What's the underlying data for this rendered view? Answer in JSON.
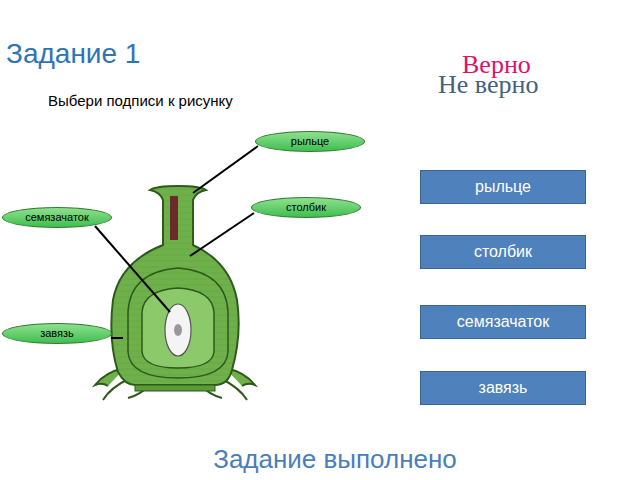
{
  "diagram": {
    "title": "Задание 1",
    "nodes": [
      {
        "text": [
          "рыльце"
        ]
      },
      {
        "text": [
          "рыльце"
        ]
      },
      {
        "text": [
          "столбик"
        ]
      },
      {
        "text": [
          "семязачаток"
        ]
      },
      {
        "text": [
          "столбик"
        ]
      },
      {
        "text": [
          "семязачаток"
        ]
      },
      {
        "text": [
          "завязь"
        ]
      },
      {
        "text": [
          "завязь"
        ]
      }
    ],
    "labels": [
      "Верно",
      "Не верно",
      "Выбери подписи к рисунку",
      "Задание выполнено"
    ]
  }
}
